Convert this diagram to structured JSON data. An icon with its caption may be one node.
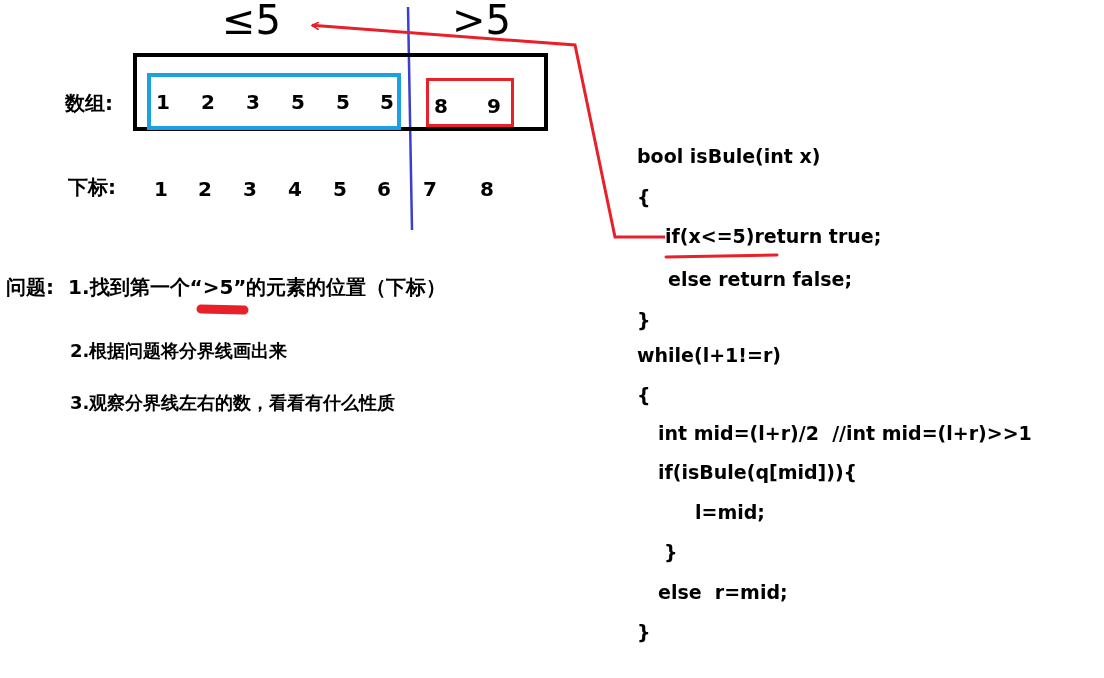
{
  "diagram": {
    "nodes": [
      {
        "text": [],
        "shape": "box"
      },
      {
        "text": [
          "1",
          "2",
          "3",
          "5",
          "5",
          "5"
        ],
        "in": 0
      },
      {
        "text": [
          "8",
          "9"
        ],
        "in": 0
      },
      {
        "text": [
          "≤5"
        ]
      },
      {
        "text": [
          "if(x<=5)return true;"
        ]
      }
    ],
    "edges": [
      {
        "from": 4,
        "to": 3,
        "arrow": "to",
        "color": "#e8202a"
      }
    ],
    "labels": [
      ">5",
      "数组:",
      "下标:",
      "1",
      "2",
      "3",
      "4",
      "5",
      "6",
      "7",
      "8",
      "问题:",
      "1.找到第一个“>5”的元素的位置（下标）",
      "2.根据问题将分界线画出来",
      "3.观察分界线左右的数，看看有什么性质",
      "bool isBule(int x)",
      "{",
      "else return false;",
      "}",
      "while(l+1!=r)",
      "{",
      "int mid=(l+r)/2  //int mid=(l+r)>>1",
      "if(isBule(q[mid])){",
      "l=mid;",
      "}",
      "else  r=mid;",
      "}"
    ]
  }
}
